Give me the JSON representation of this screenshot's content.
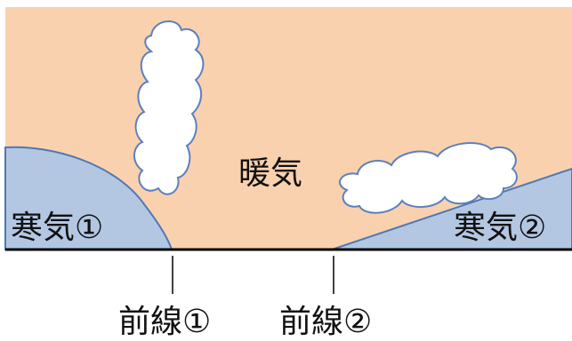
{
  "labels": {
    "warm_air": "暖気",
    "cold_air_1": "寒気①",
    "cold_air_2": "寒気②",
    "front_1": "前線①",
    "front_2": "前線②"
  },
  "colors": {
    "warm_air": "#fad1ae",
    "cold_air": "#b3c7e3",
    "cold_air_outline": "#4f78b5",
    "cloud_fill": "#ffffff",
    "cloud_outline": "#5b80bf",
    "ground_line": "#000000"
  }
}
